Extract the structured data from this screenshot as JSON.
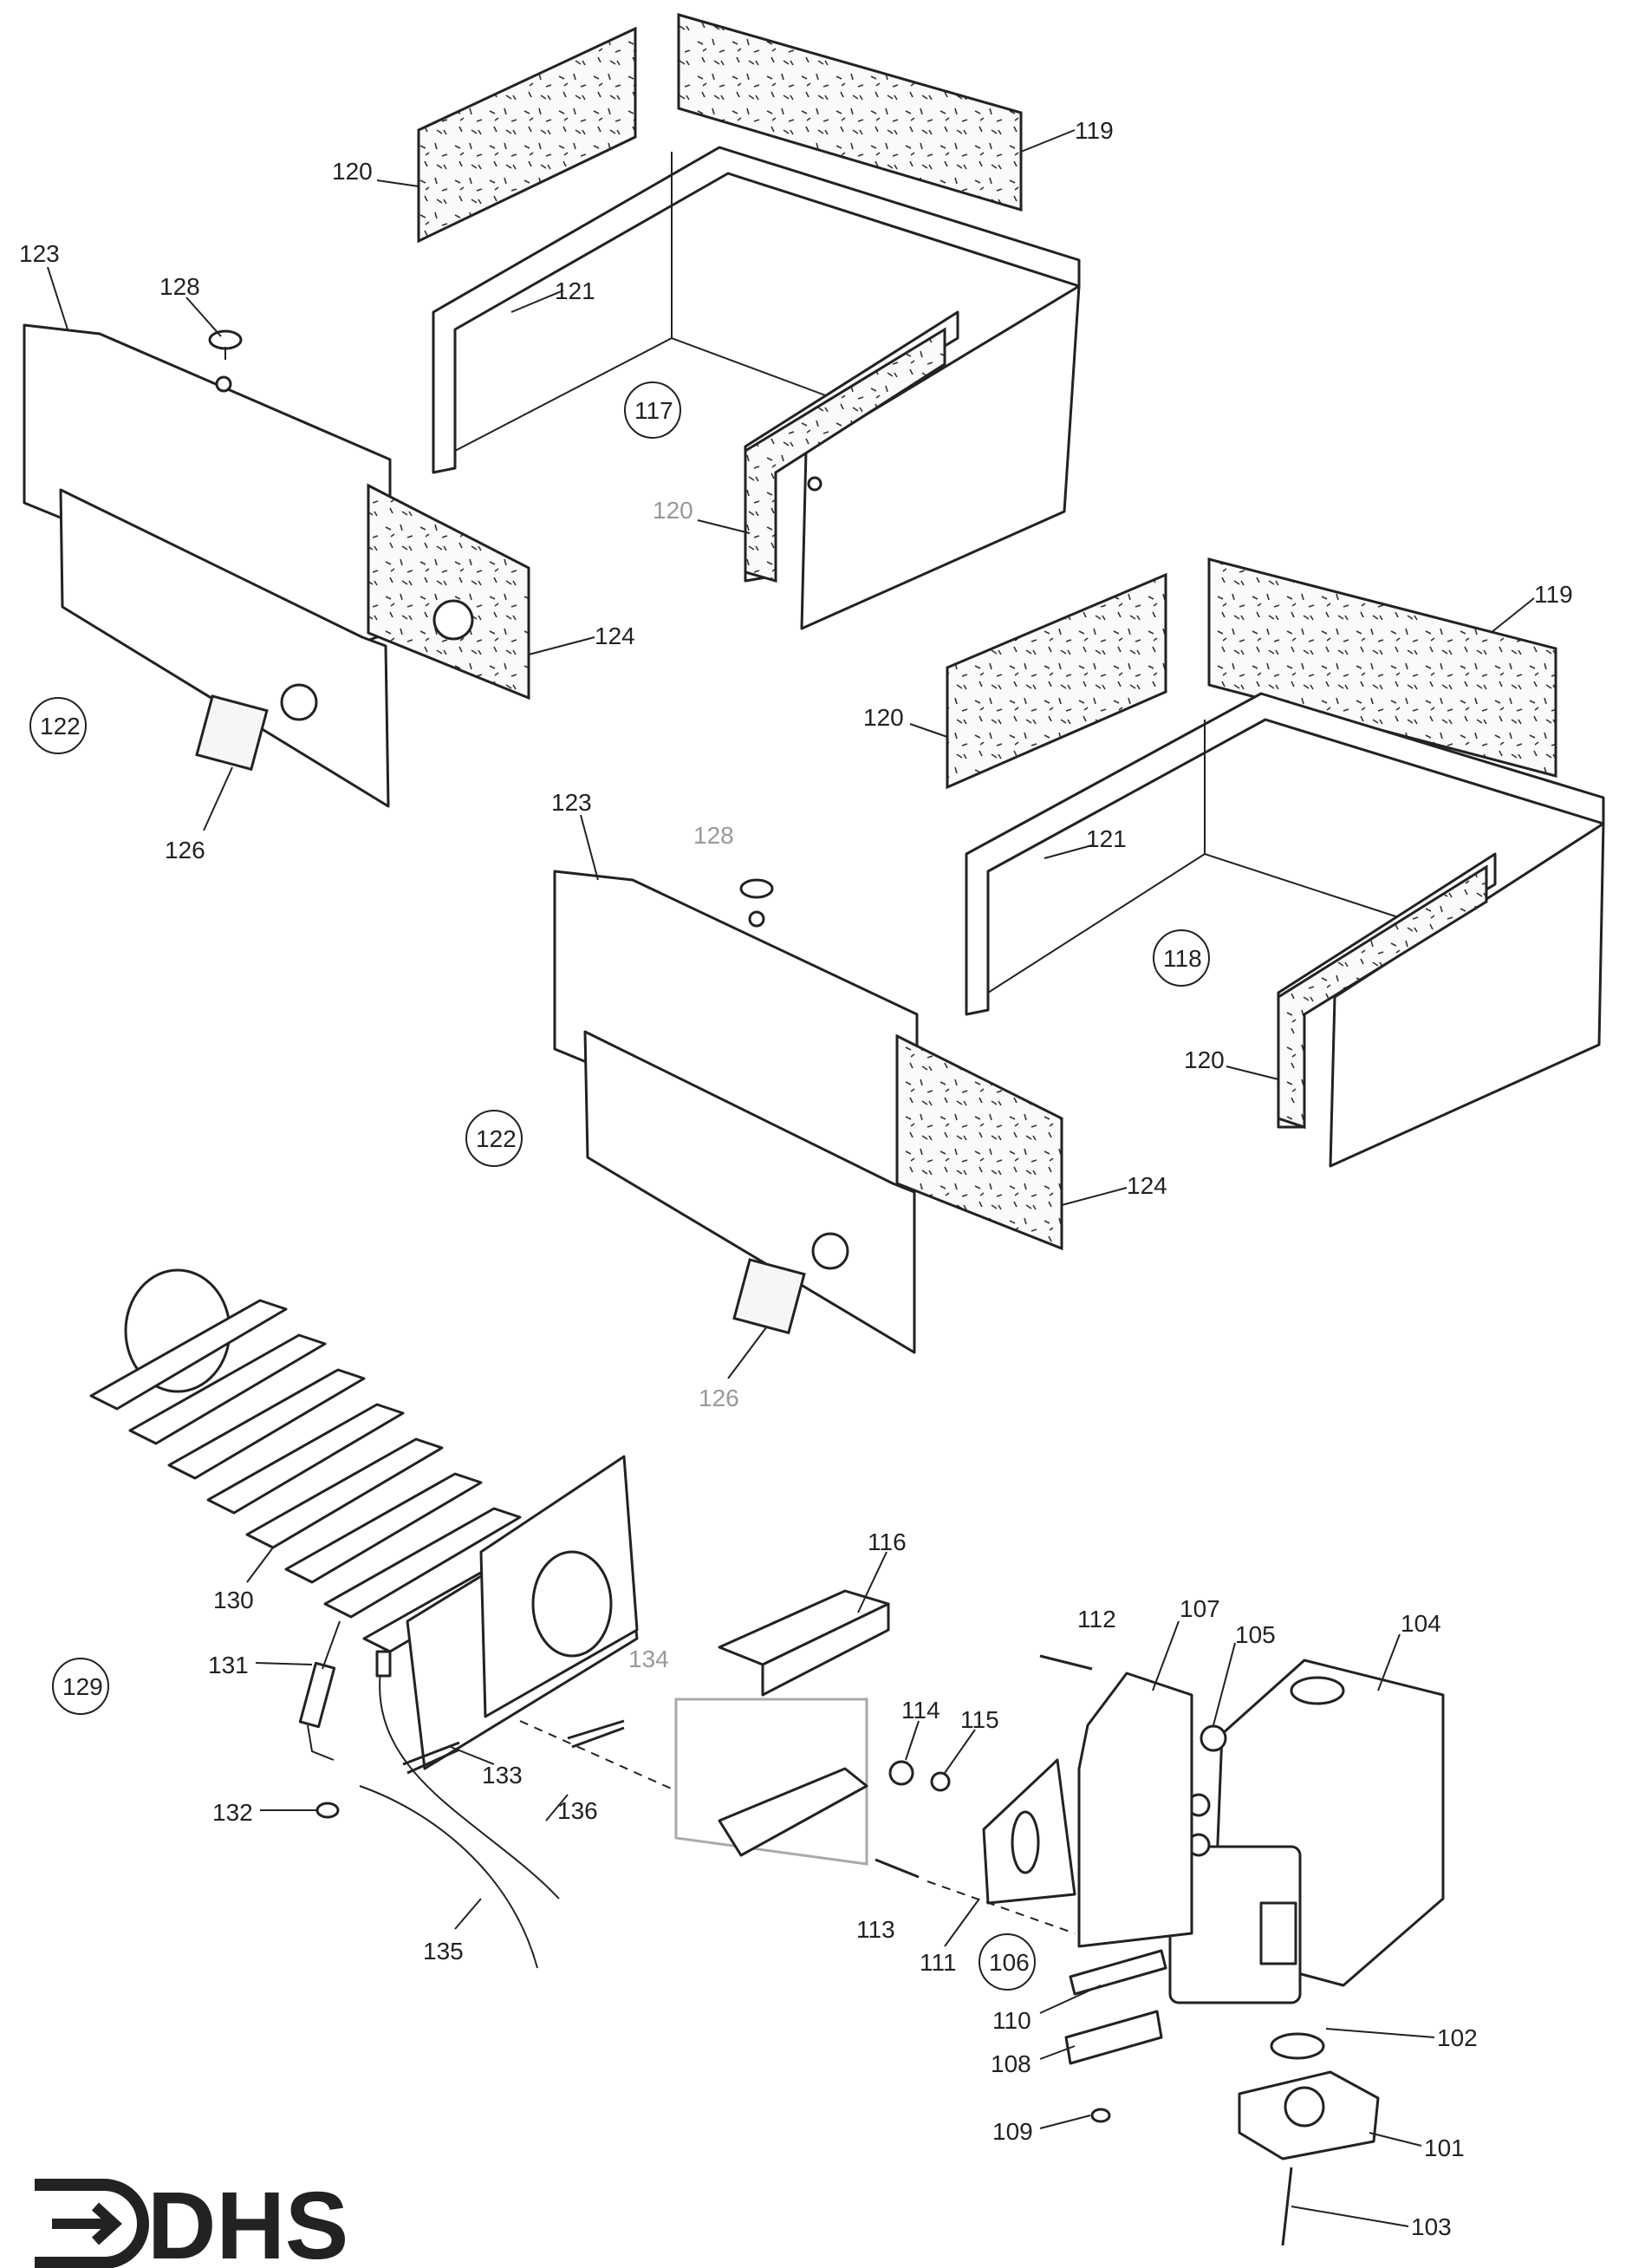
{
  "diagram": {
    "callouts": [
      "120",
      "119",
      "123",
      "128",
      "121",
      "117",
      "120",
      "124",
      "122",
      "126",
      "119",
      "120",
      "123",
      "128",
      "121",
      "118",
      "120",
      "122",
      "124",
      "126",
      "116",
      "112",
      "107",
      "105",
      "104",
      "130",
      "131",
      "129",
      "134",
      "114",
      "115",
      "133",
      "132",
      "136",
      "113",
      "111",
      "106",
      "135",
      "110",
      "102",
      "108",
      "109",
      "101",
      "103"
    ],
    "logo": "DHS"
  }
}
